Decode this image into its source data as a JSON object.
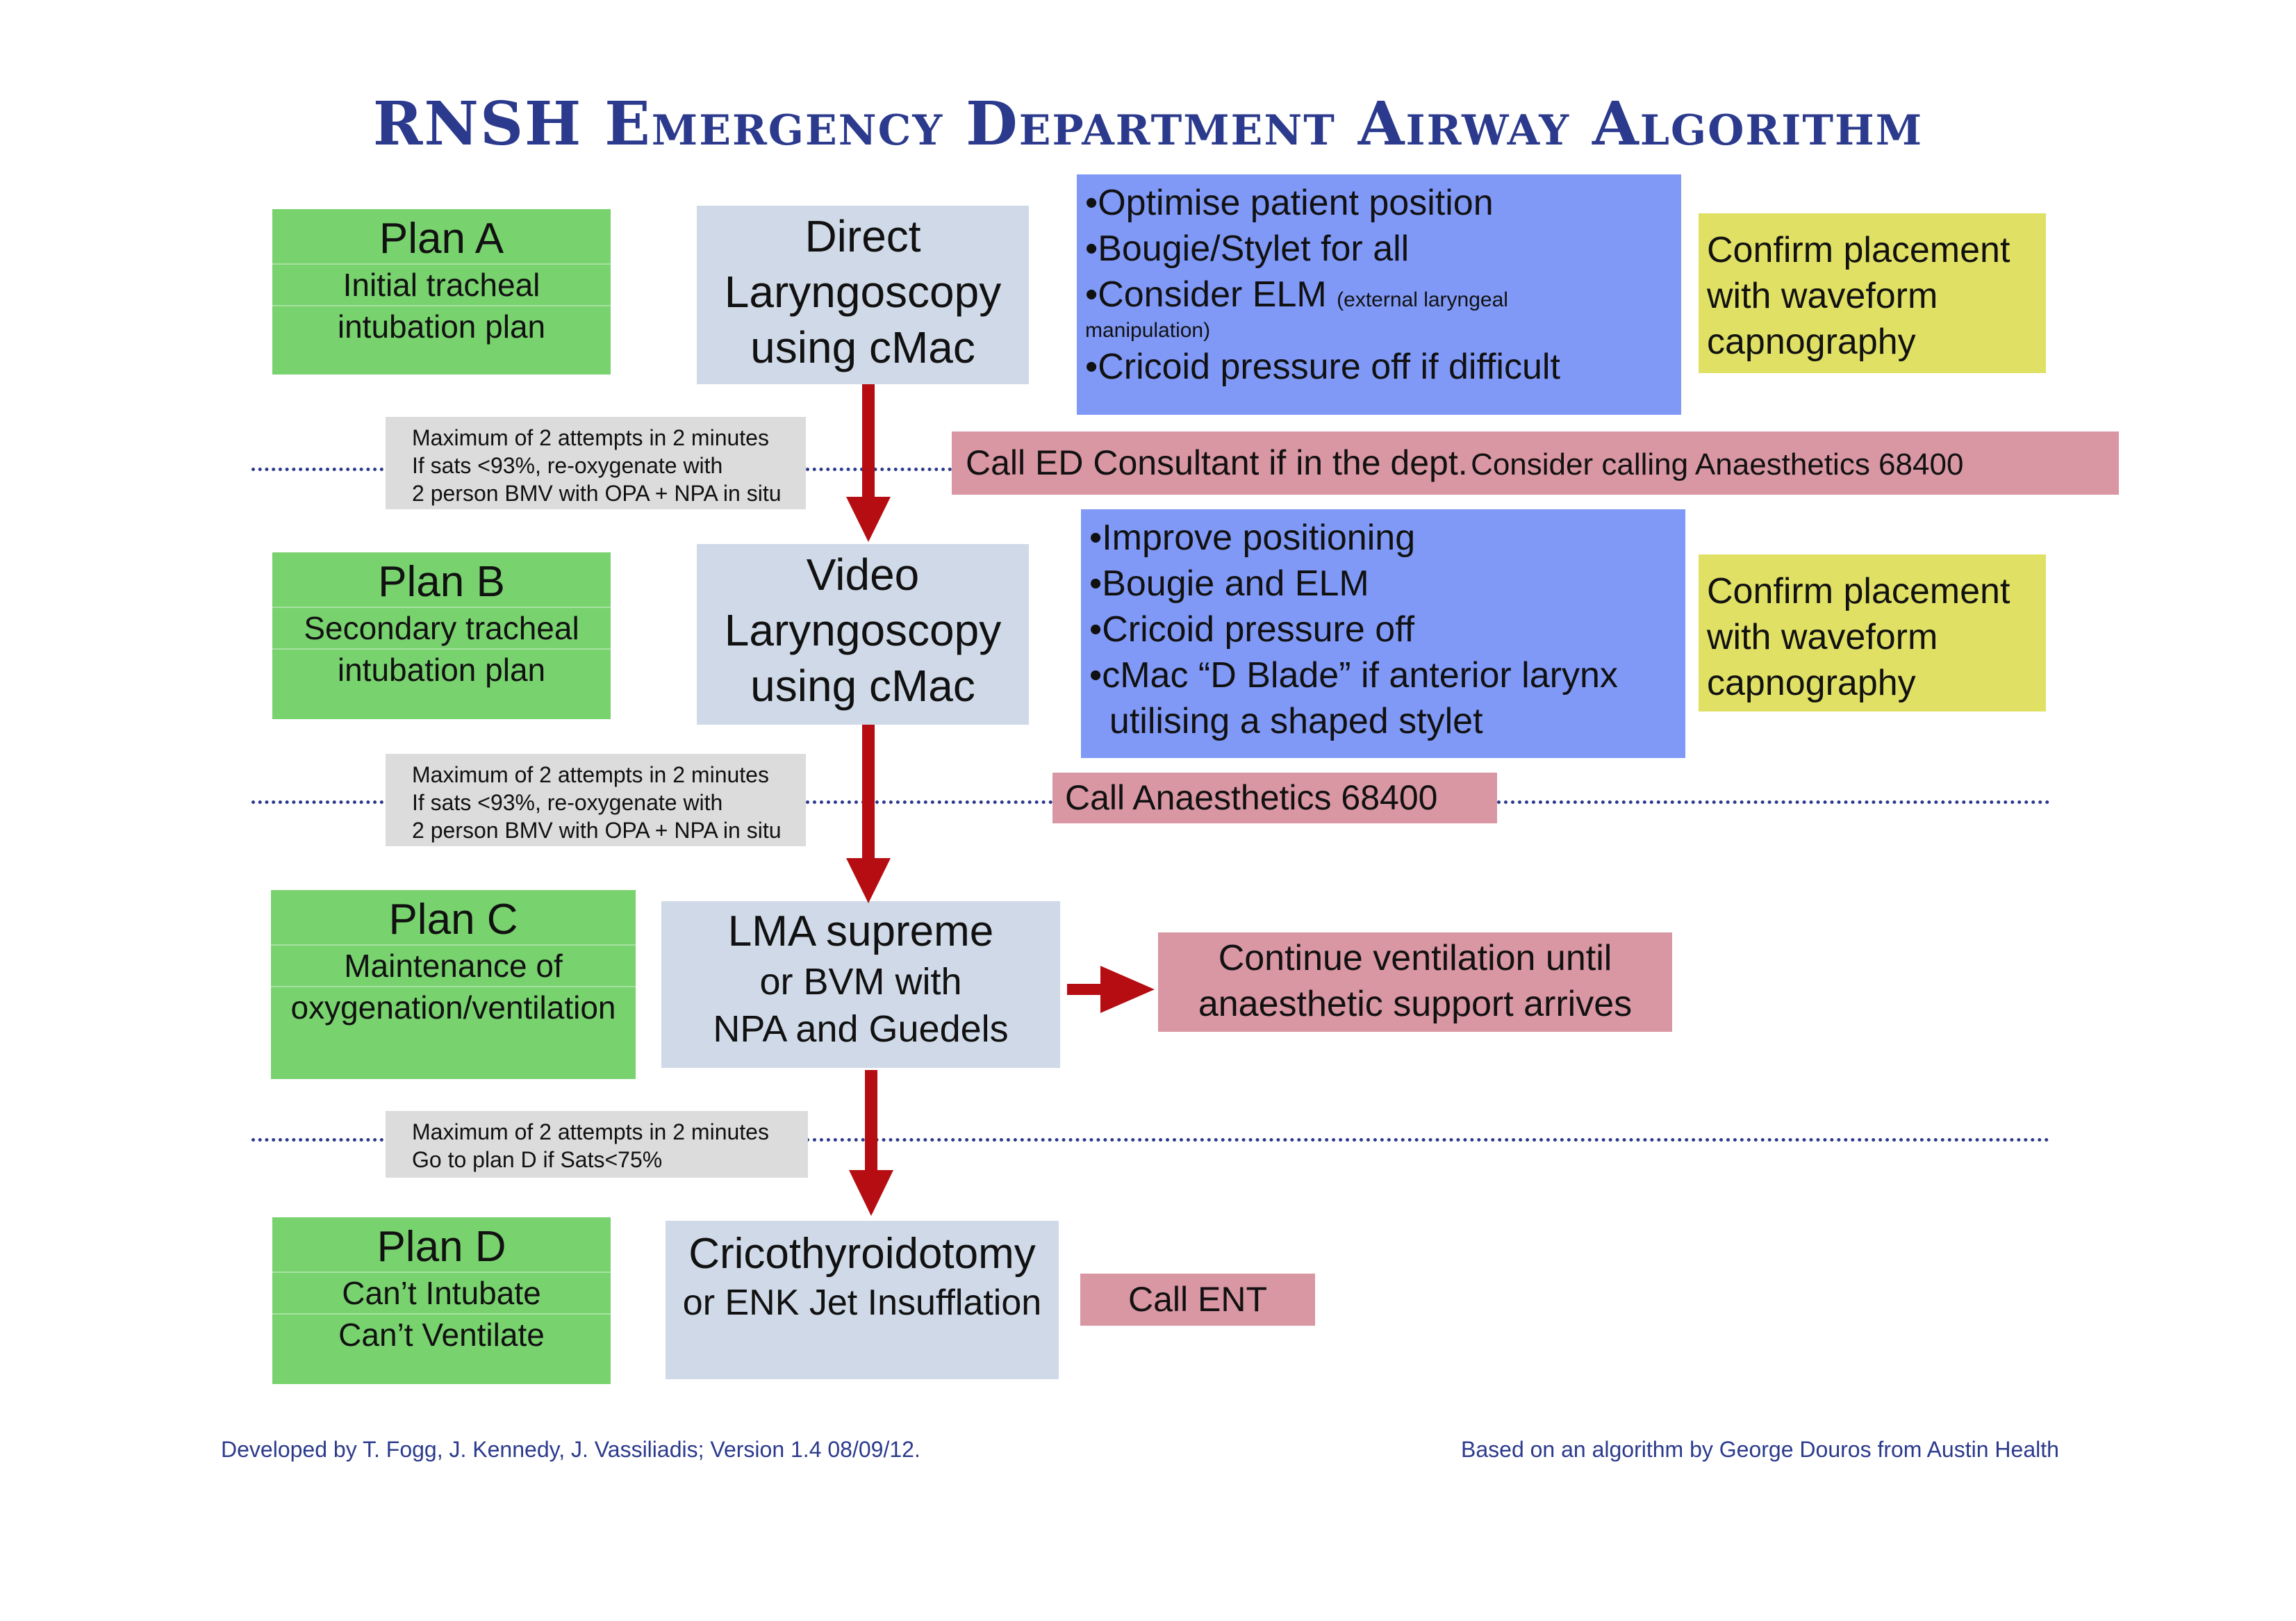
{
  "title": "RNSH Emergency Department Airway Algorithm",
  "plans": [
    {
      "heading": "Plan A",
      "lines": [
        "Initial tracheal",
        "intubation plan"
      ]
    },
    {
      "heading": "Plan B",
      "lines": [
        "Secondary tracheal",
        "intubation plan"
      ]
    },
    {
      "heading": "Plan C",
      "lines": [
        "Maintenance of",
        "oxygenation/ventilation"
      ]
    },
    {
      "heading": "Plan D",
      "lines": [
        "Can’t Intubate",
        "Can’t Ventilate"
      ]
    }
  ],
  "actions": [
    {
      "lines": [
        "Direct",
        "Laryngoscopy",
        "using cMac"
      ]
    },
    {
      "lines": [
        "Video",
        "Laryngoscopy",
        "using cMac"
      ]
    },
    {
      "lines": [
        "LMA supreme",
        "or BVM with",
        "NPA and Guedels"
      ]
    },
    {
      "lines": [
        "Cricothyroidotomy",
        "or ENK Jet Insufflation"
      ]
    }
  ],
  "tips_a": {
    "lines": [
      "•Optimise patient position",
      "•Bougie/Stylet for all",
      "•Consider ELM"
    ],
    "elm_note": "(external laryngeal",
    "elm_note_2": "manipulation)",
    "last": "•Cricoid pressure off if difficult"
  },
  "tips_b": {
    "lines": [
      "•Improve positioning",
      "•Bougie and ELM",
      "•Cricoid pressure off",
      "•cMac “D Blade” if anterior larynx",
      "  utilising a shaped stylet"
    ]
  },
  "confirm": {
    "lines": [
      "Confirm placement",
      "with waveform",
      "capnography"
    ]
  },
  "calls": {
    "ed_consultant": "Call ED Consultant if in the dept.",
    "ed_consultant_2": "Consider calling Anaesthetics 68400",
    "anaesthetics": "Call Anaesthetics 68400",
    "continue_1": "Continue ventilation until",
    "continue_2": "anaesthetic support arrives",
    "ent": "Call ENT"
  },
  "notes": {
    "note1": [
      "Maximum of 2 attempts in 2 minutes",
      "If sats <93%, re-oxygenate with",
      "2 person BMV with OPA + NPA in situ"
    ],
    "note2": [
      "Maximum of 2 attempts in 2 minutes",
      "If sats <93%, re-oxygenate with",
      "2 person BMV with OPA + NPA in situ"
    ],
    "note3": [
      "Maximum of 2 attempts in 2 minutes",
      "Go to plan D if Sats<75%"
    ]
  },
  "footer": {
    "left": "Developed by T. Fogg, J. Kennedy, J. Vassiliadis; Version 1.4 08/09/12.",
    "right": "Based on an algorithm by George Douros from Austin Health"
  },
  "colors": {
    "plan_green": "#78d26e",
    "action_grey_blue": "#cfd9e7",
    "tips_blue": "#8099f7",
    "confirm_yellow": "#e0e064",
    "call_pink": "#d996a3",
    "note_grey": "#dcdcdc",
    "arrow_red": "#b50d12",
    "title_navy": "#2b3a8c"
  }
}
